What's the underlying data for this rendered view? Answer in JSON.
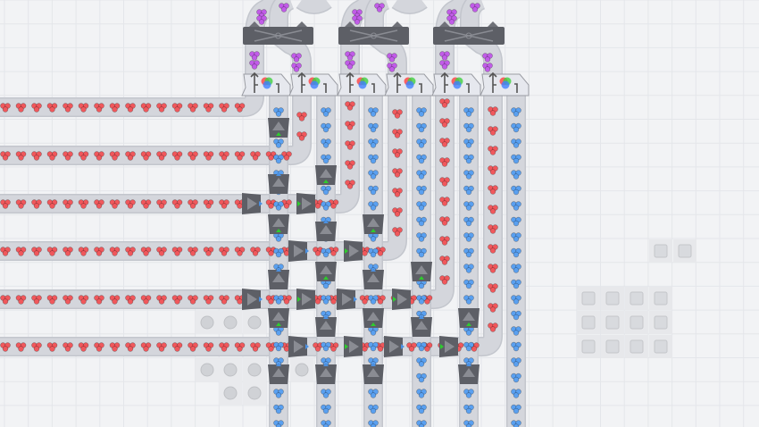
{
  "game": {
    "colors": {
      "background": "#f2f3f5",
      "grid_line": "#e4e6ea",
      "belt": "#d4d6dc",
      "belt_edge": "#c3c6cd",
      "building": "#5d5f66",
      "building_light": "#8a8c93",
      "mixer_body": "#e6e8ee",
      "red_item": "#f0585c",
      "blue_item": "#5aa0f0",
      "purple_item": "#c15ce8",
      "tunnel_in_arrow": "#4a90e2",
      "tunnel_out_arrow": "#2ecc2e",
      "floor_tile": "#d8dade",
      "signal_marker": "#d0d2d6"
    },
    "icons": [
      "red-shape-item",
      "blue-shape-item",
      "purple-shape-item",
      "color-mixer-icon",
      "swapper-icon",
      "tunnel-entrance-icon",
      "tunnel-exit-icon"
    ]
  }
}
